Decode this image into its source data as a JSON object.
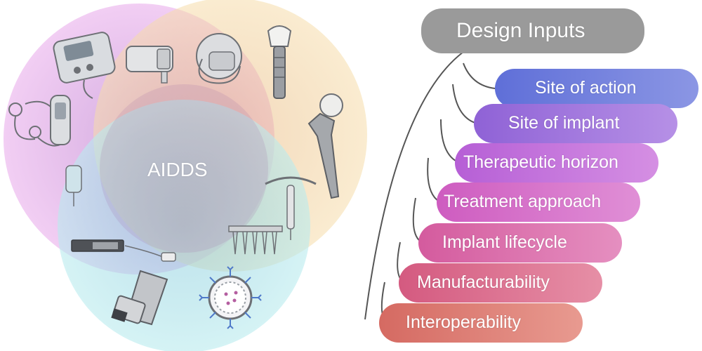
{
  "venn": {
    "center_label": "AIDDS",
    "circle_colors": [
      "#d98be0",
      "#f2cf94",
      "#8fd8e2"
    ]
  },
  "tree": {
    "root_label": "Design Inputs",
    "root_color": "#8e8e8e",
    "items": [
      {
        "label": "Site of action",
        "color": "#6f78d9"
      },
      {
        "label": "Site of implant",
        "color": "#9a6fd9"
      },
      {
        "label": "Therapeutic horizon",
        "color": "#c171d9"
      },
      {
        "label": "Treatment approach",
        "color": "#d46cc6"
      },
      {
        "label": "Implant lifecycle",
        "color": "#d86aa6"
      },
      {
        "label": "Manufacturability",
        "color": "#d86a88"
      },
      {
        "label": "Interoperability",
        "color": "#d9706e"
      }
    ]
  },
  "icons": [
    "infusion-pump-icon",
    "implant-module-icon",
    "pacemaker-icon",
    "dental-implant-icon",
    "hip-implant-icon",
    "insulin-pump-icon",
    "iv-bag-icon",
    "iud-icon",
    "microneedle-patch-icon",
    "implant-rod-icon",
    "inhaler-icon",
    "nanoparticle-icon"
  ]
}
